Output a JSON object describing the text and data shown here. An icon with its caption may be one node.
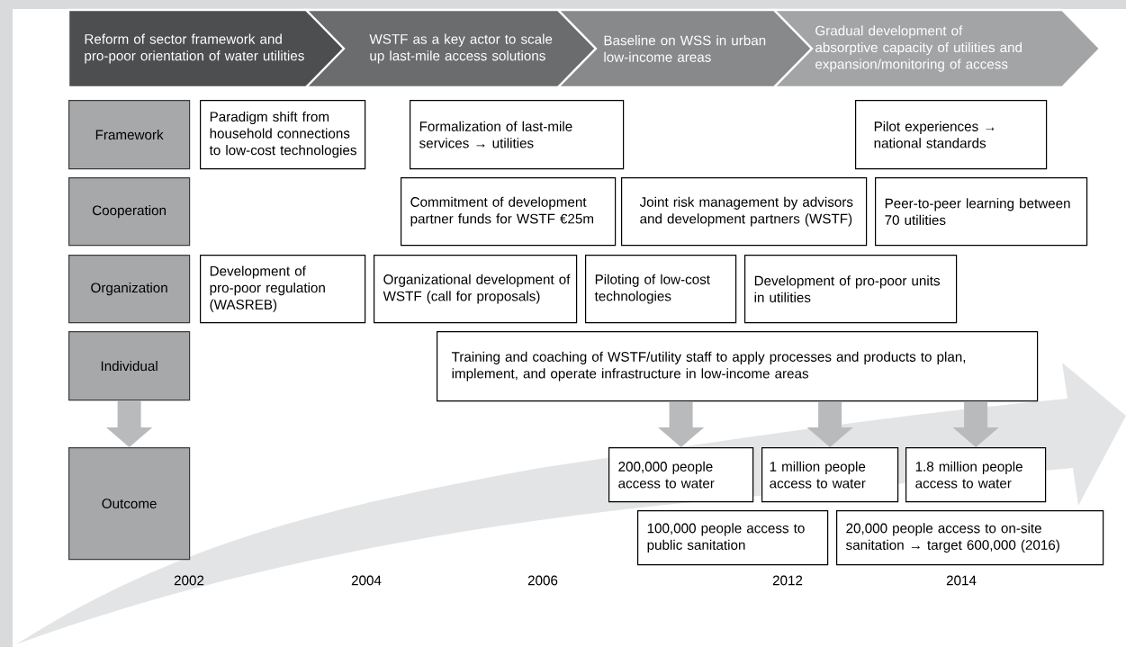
{
  "diagram": {
    "nodes": [
      {
        "text": [
          "Reform of sector framework and pro-poor orientation of water utilities"
        ]
      },
      {
        "text": [
          "WSTF as a key actor to scale up last-mile access solutions"
        ]
      },
      {
        "text": [
          "Baseline on WSS in urban low-income areas"
        ]
      },
      {
        "text": [
          "Gradual development of absorptive capacity of utilities and expansion/monitoring of access"
        ]
      },
      {
        "text": [
          "Framework"
        ]
      },
      {
        "text": [
          "Cooperation"
        ]
      },
      {
        "text": [
          "Organization"
        ]
      },
      {
        "text": [
          "Individual"
        ]
      },
      {
        "text": [
          "Outcome"
        ]
      },
      {
        "text": [
          "Paradigm shift from household connections to low-cost technologies"
        ]
      },
      {
        "text": [
          "Formalization of last-mile services → utilities"
        ]
      },
      {
        "text": [
          "Pilot experiences → national standards"
        ]
      },
      {
        "text": [
          "Commitment of development partner funds for WSTF €25m"
        ]
      },
      {
        "text": [
          "Joint risk management by advisors and development partners (WSTF)"
        ]
      },
      {
        "text": [
          "Peer-to-peer learning between 70 utilities"
        ]
      },
      {
        "text": [
          "Development of pro-poor regulation (WASREB)"
        ]
      },
      {
        "text": [
          "Organizational development of WSTF (call for proposals)"
        ]
      },
      {
        "text": [
          "Piloting of low-cost technologies"
        ]
      },
      {
        "text": [
          "Development of pro-poor units in utilities"
        ]
      },
      {
        "text": [
          "Training and coaching of WSTF/utility staff to apply processes and products to plan, implement, and operate infrastructure in low-income areas"
        ]
      },
      {
        "text": [
          "200,000 people access to water"
        ]
      },
      {
        "text": [
          "1 million people access to water"
        ]
      },
      {
        "text": [
          "1.8 million people access to water"
        ]
      },
      {
        "text": [
          "100,000 people access to public sanitation"
        ]
      },
      {
        "text": [
          "20,000 people access to on-site sanitation → target 600,000 (2016)"
        ]
      }
    ],
    "edges": [
      {
        "from": 7,
        "to": 8,
        "arrow": "to"
      },
      {
        "from": 19,
        "to": 20,
        "arrow": "to"
      },
      {
        "from": 19,
        "to": 21,
        "arrow": "to"
      },
      {
        "from": 19,
        "to": 22,
        "arrow": "to"
      }
    ],
    "labels": [
      "2002",
      "2004",
      "2006",
      "2012",
      "2014"
    ]
  }
}
